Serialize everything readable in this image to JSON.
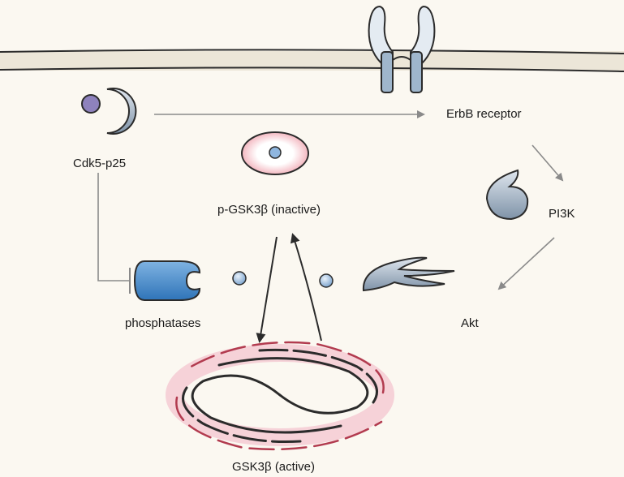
{
  "labels": {
    "cdk5": "Cdk5-p25",
    "erbb": "ErbB receptor",
    "pgsk": "p-GSK3β (inactive)",
    "pi3k": "PI3K",
    "phosphatases": "phosphatases",
    "akt": "Akt",
    "gsk_active": "GSK3β (active)"
  },
  "colors": {
    "background": "#fbf8f1",
    "arrow": "#8a8a8a",
    "outline": "#2b2b2b",
    "phosphatase_blue": "#3f86c6",
    "gsk_pink": "#d9546b",
    "kinase_grey": "#7f93a8",
    "cdk5_purple": "#6a5b9a"
  },
  "icons": [
    "membrane",
    "erbb-receptor-icon",
    "cdk5-p25-icon",
    "pgsk3b-icon",
    "pi3k-icon",
    "phosphatase-icon",
    "akt-icon",
    "gsk3b-spiral-icon",
    "phosphate-icon"
  ]
}
